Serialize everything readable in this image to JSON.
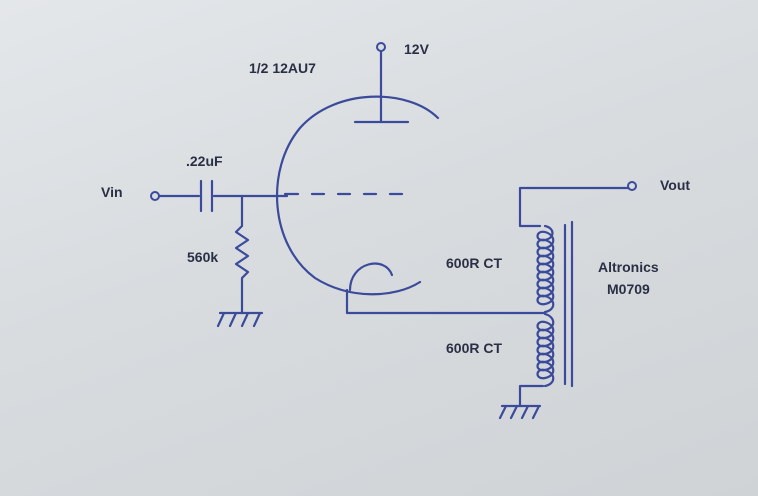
{
  "labels": {
    "supply": "12V",
    "tube": "1/2 12AU7",
    "capacitor": ".22uF",
    "input": "Vin",
    "output": "Vout",
    "resistor": "560k",
    "primary": "600R CT",
    "secondary": "600R CT",
    "transformer_make": "Altronics",
    "transformer_model": "M0709"
  },
  "colors": {
    "ink": "#3b4a9a",
    "text": "#2a2f45",
    "paper": "#d9dde0"
  }
}
